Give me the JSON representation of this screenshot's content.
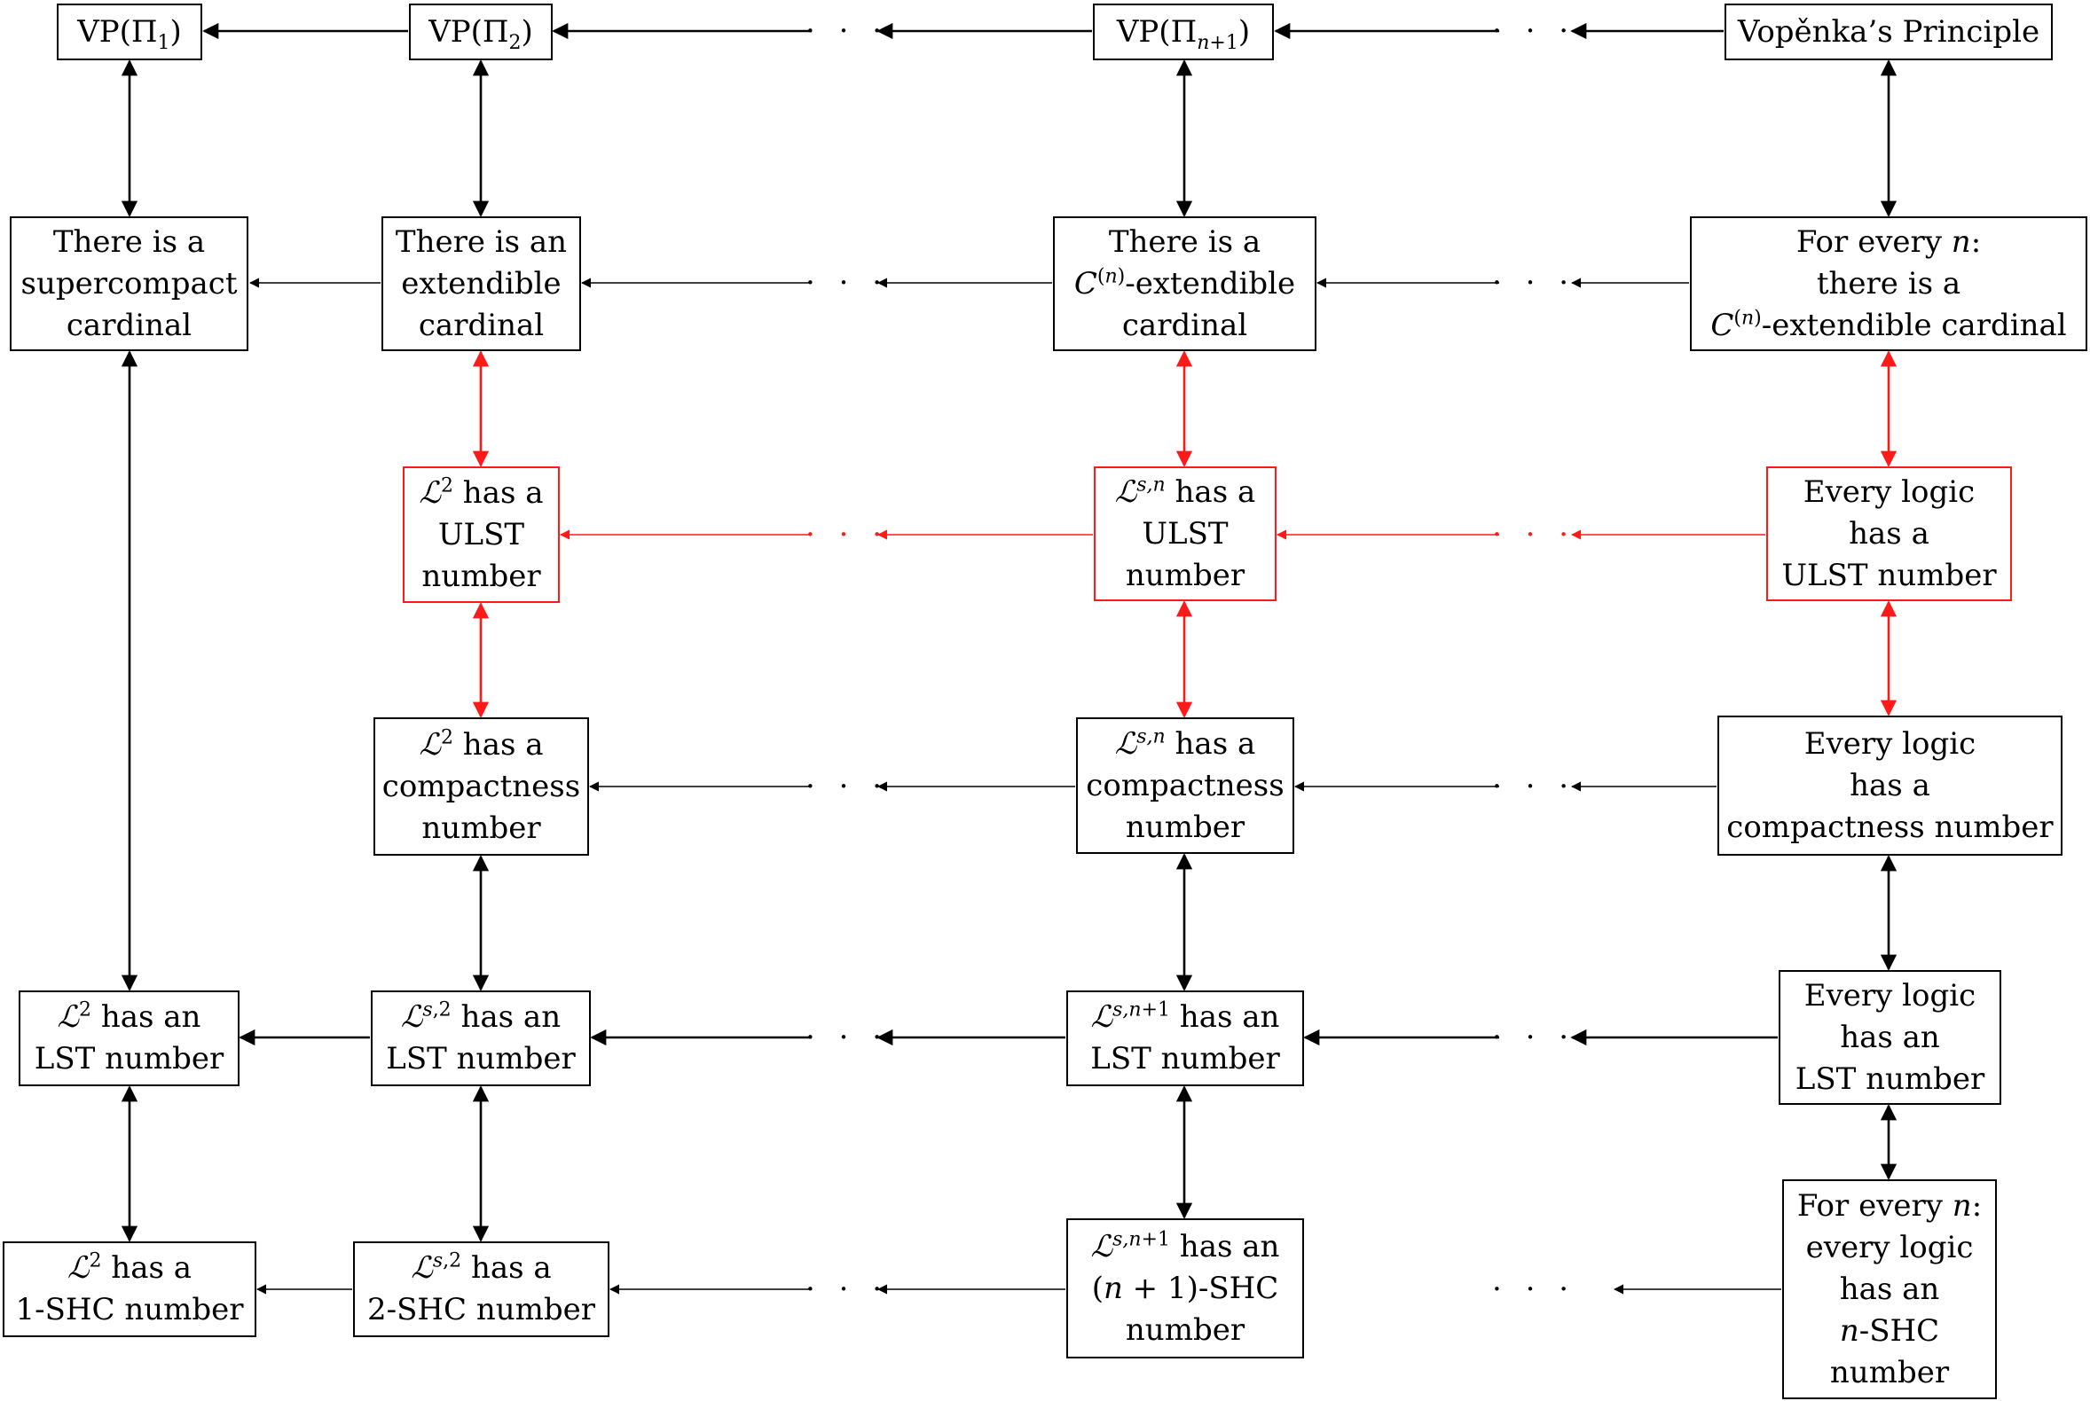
{
  "colors": {
    "normal": "#000000",
    "highlight": "#ff1a1a"
  },
  "ellipsis": "· · ·",
  "nodes": {
    "vp1": {
      "lines": [
        "VP(Π<sub>1</sub>)"
      ]
    },
    "vp2": {
      "lines": [
        "VP(Π<sub>2</sub>)"
      ]
    },
    "vpn1": {
      "lines": [
        "VP(Π<sub><span class='it'>n</span>+1</sub>)"
      ]
    },
    "vp": {
      "lines": [
        "Vopěnka’s Principle"
      ]
    },
    "supercompact": {
      "lines": [
        "There is a",
        "supercompact",
        "cardinal"
      ]
    },
    "extendible": {
      "lines": [
        "There is an",
        "extendible",
        "cardinal"
      ]
    },
    "cn_extendible": {
      "lines": [
        "There is a",
        "<span class='it'>C</span><sup>(<span class='it'>n</span>)</sup>-extendible",
        "cardinal"
      ]
    },
    "all_cn_extendible": {
      "lines": [
        "For every <span class='it'>n</span>:",
        "there is a",
        "<span class='it'>C</span><sup>(<span class='it'>n</span>)</sup>-extendible cardinal"
      ]
    },
    "l2_ulst": {
      "lines": [
        "<span class='it'>ℒ</span><sup>2</sup> has a",
        "ULST",
        "number"
      ]
    },
    "lsn_ulst": {
      "lines": [
        "<span class='it'>ℒ</span><sup><span class='it'>s,n</span></sup> has a",
        "ULST",
        "number"
      ]
    },
    "all_ulst": {
      "lines": [
        "Every logic",
        "has a",
        "ULST number"
      ]
    },
    "l2_compact": {
      "lines": [
        "<span class='it'>ℒ</span><sup>2</sup> has a",
        "compactness",
        "number"
      ]
    },
    "lsn_compact": {
      "lines": [
        "<span class='it'>ℒ</span><sup><span class='it'>s,n</span></sup> has a",
        "compactness",
        "number"
      ]
    },
    "all_compact": {
      "lines": [
        "Every logic",
        "has a",
        "compactness number"
      ]
    },
    "l2_lst": {
      "lines": [
        "<span class='it'>ℒ</span><sup>2</sup> has an",
        "LST number"
      ]
    },
    "ls2_lst": {
      "lines": [
        "<span class='it'>ℒ</span><sup><span class='it'>s</span>,2</sup> has an",
        "LST number"
      ]
    },
    "lsn1_lst": {
      "lines": [
        "<span class='it'>ℒ</span><sup><span class='it'>s,n</span>+1</sup> has an",
        "LST number"
      ]
    },
    "all_lst": {
      "lines": [
        "Every logic",
        "has an",
        "LST number"
      ]
    },
    "l2_1shc": {
      "lines": [
        "<span class='it'>ℒ</span><sup>2</sup> has a",
        "1-SHC number"
      ]
    },
    "ls2_2shc": {
      "lines": [
        "<span class='it'>ℒ</span><sup><span class='it'>s</span>,2</sup> has a",
        "2-SHC number"
      ]
    },
    "lsn1_shc": {
      "lines": [
        "<span class='it'>ℒ</span><sup><span class='it'>s,n</span>+1</sup> has an",
        "(<span class='it'>n</span> + 1)-SHC",
        "number"
      ]
    },
    "all_nshc": {
      "lines": [
        "For every <span class='it'>n</span>:",
        "every logic",
        "has an",
        "<span class='it'>n</span>-SHC",
        "number"
      ]
    }
  }
}
